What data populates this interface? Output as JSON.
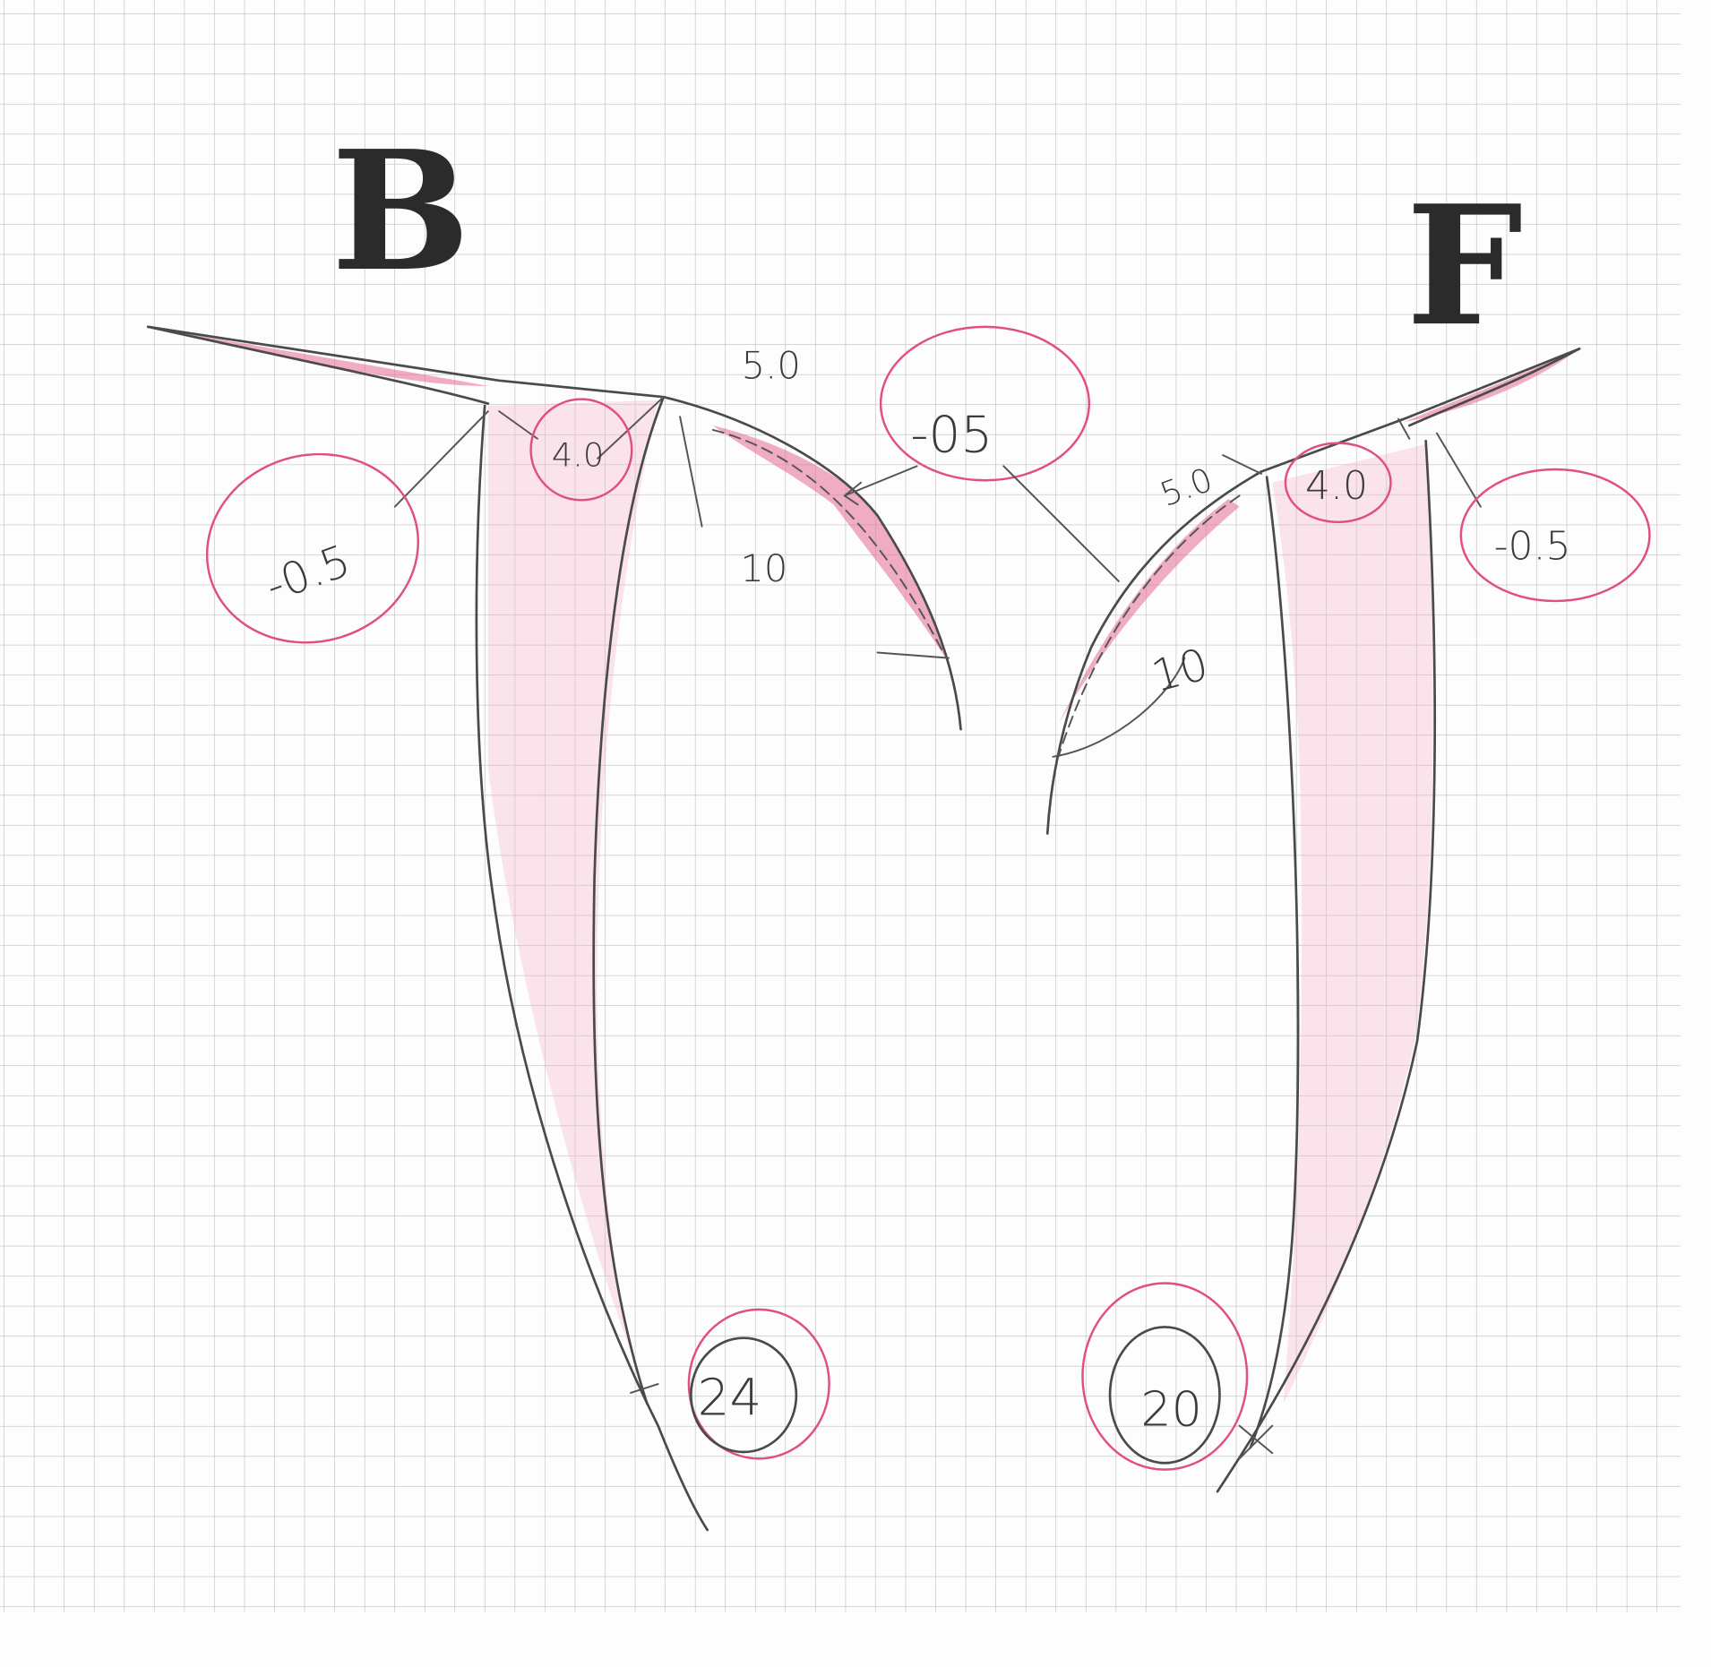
{
  "labels": {
    "back_piece": "B",
    "front_piece": "F"
  },
  "back": {
    "shoulder_offset": "-0.5",
    "dart_width": "4.0",
    "neck_width": "5.0",
    "neck_depth": "10",
    "neck_offset": "-05",
    "dart_length": "24"
  },
  "front": {
    "neck_width": "5.0",
    "dart_width": "4.0",
    "shoulder_offset": "-0.5",
    "neck_depth": "10",
    "dart_length": "20"
  },
  "colors": {
    "pencil": "#4a4a4a",
    "pink": "#e0507a",
    "grid": "#b9b9b9"
  }
}
